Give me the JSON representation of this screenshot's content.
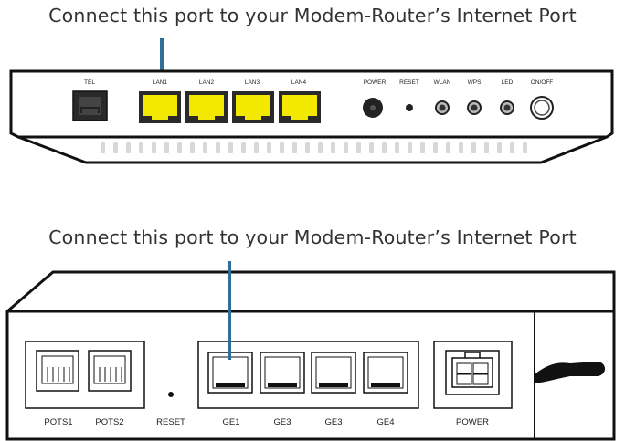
{
  "top_device": {
    "caption": "Connect this port to your Modem-Router’s Internet Port",
    "labels": {
      "tel": "TEL",
      "lan1": "LAN1",
      "lan2": "LAN2",
      "lan3": "LAN3",
      "lan4": "LAN4",
      "power": "POWER",
      "reset": "RESET",
      "wlan": "WLAN",
      "wps": "WPS",
      "led": "LED",
      "onoff": "ON/OFF"
    },
    "port_color": "#f3e800",
    "pointer_color": "#2f6f96"
  },
  "bottom_device": {
    "caption": "Connect this port to your Modem-Router’s Internet Port",
    "labels": {
      "pots1": "POTS1",
      "pots2": "POTS2",
      "reset": "RESET",
      "ge1": "GE1",
      "ge2": "GE3",
      "ge3": "GE3",
      "ge4": "GE4",
      "power": "POWER"
    }
  }
}
